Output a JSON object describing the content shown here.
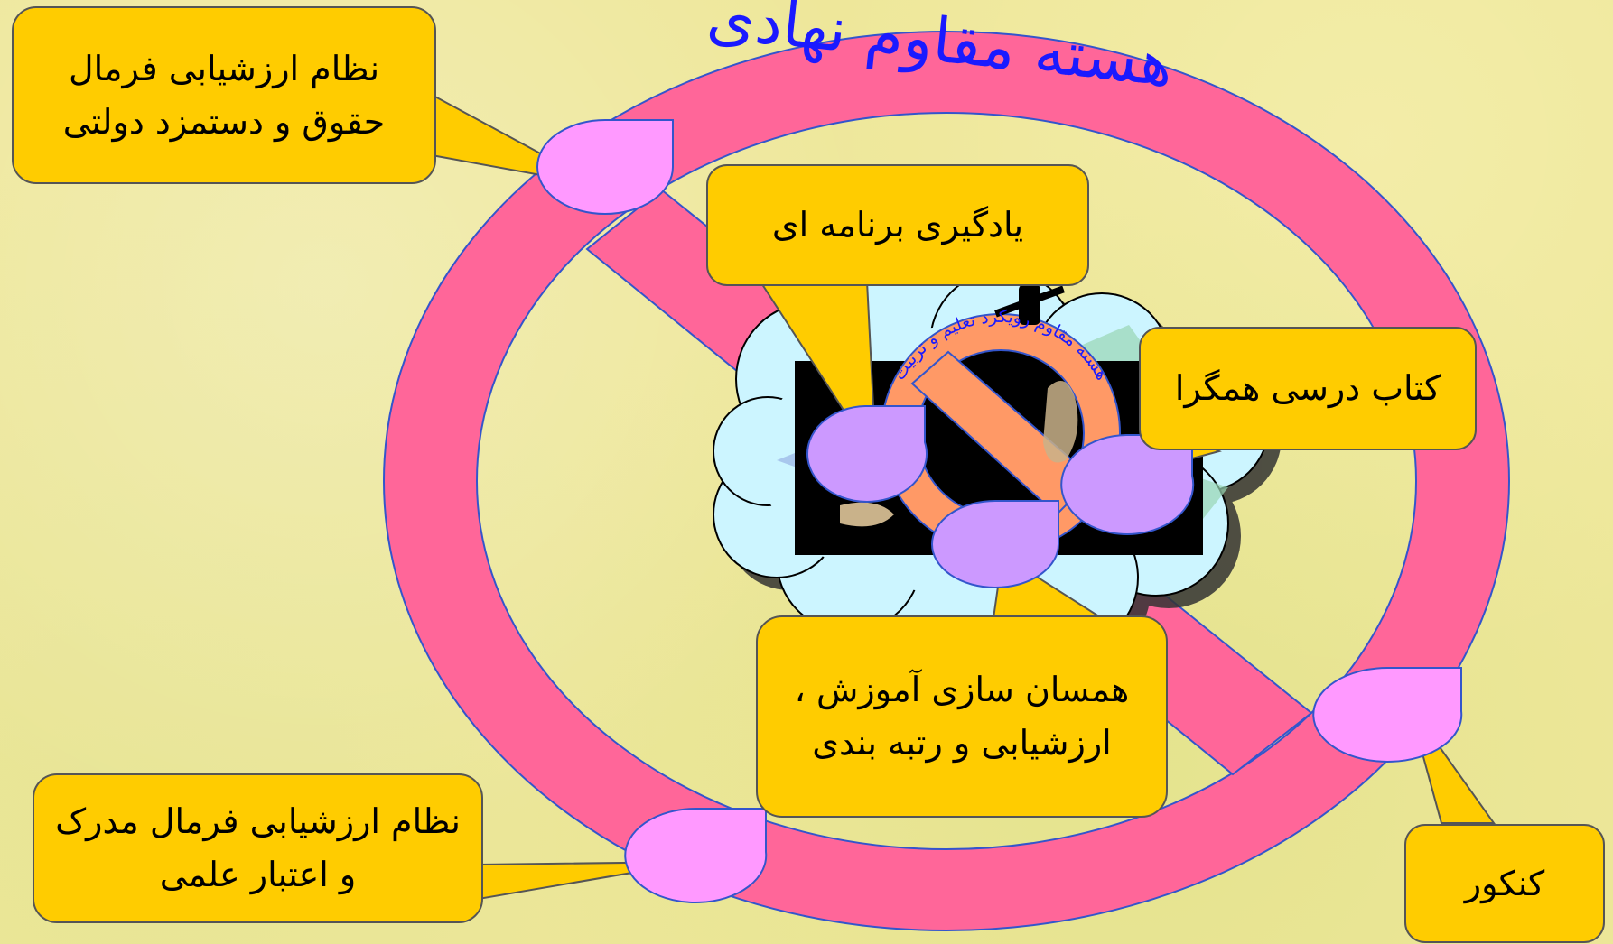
{
  "title": "هسته مقاوم نهادی",
  "center_emblem_text": "هسته مقاوم رویکرد تعلیم و تربیت",
  "callouts": [
    {
      "id": "formal-salary",
      "lines": [
        "نظام ارزشیابی فرمال",
        "حقوق و دستمزد دولتی"
      ]
    },
    {
      "id": "programmed-learning",
      "lines": [
        "یادگیری برنامه ای"
      ]
    },
    {
      "id": "integrated-textbook",
      "lines": [
        "کتاب درسی همگرا"
      ]
    },
    {
      "id": "assessment-ranking",
      "lines": [
        "همسان سازی آموزش ،",
        "ارزشیابی و رتبه بندی"
      ]
    },
    {
      "id": "formal-degree",
      "lines": [
        "نظام ارزشیابی فرمال مدرک",
        "و اعتبار علمی"
      ]
    },
    {
      "id": "konkur",
      "lines": [
        "کنکور"
      ]
    }
  ],
  "colors": {
    "background": "#eee79a",
    "ring": "#ff6699",
    "callout_fill": "#ffcc00",
    "drop_pink": "#ff99ff",
    "drop_violet": "#cc99ff",
    "title": "#1a1aff"
  }
}
